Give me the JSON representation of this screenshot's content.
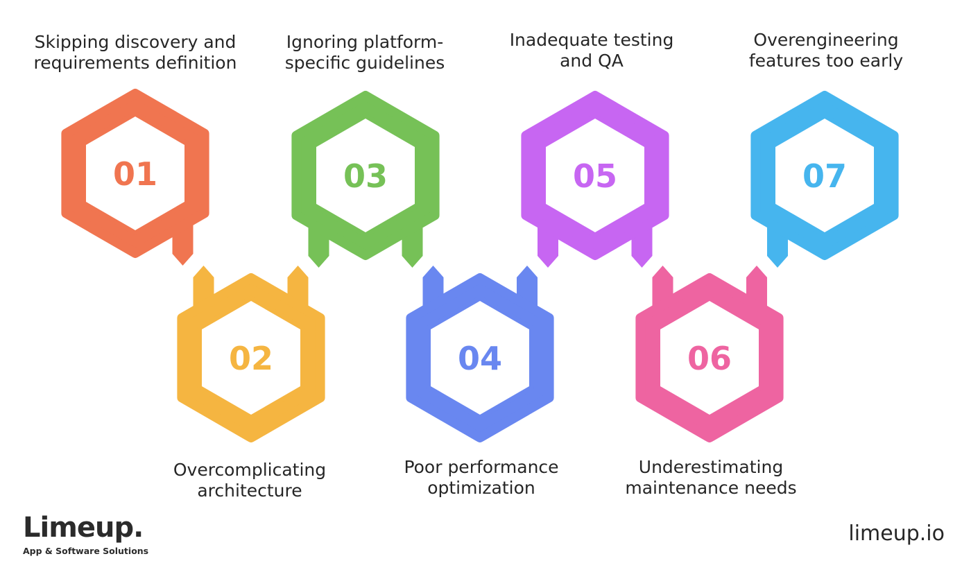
{
  "steps": [
    {
      "number": "01",
      "label": "Skipping discovery and\nrequirements definition",
      "color": "#F07550"
    },
    {
      "number": "02",
      "label": "Overcomplicating\narchitecture",
      "color": "#F5B541"
    },
    {
      "number": "03",
      "label": "Ignoring platform-\nspecific guidelines",
      "color": "#76C157"
    },
    {
      "number": "04",
      "label": "Poor performance\noptimization",
      "color": "#6987F0"
    },
    {
      "number": "05",
      "label": "Inadequate testing\nand QA",
      "color": "#C766F2"
    },
    {
      "number": "06",
      "label": "Underestimating\nmaintenance needs",
      "color": "#EE64A1"
    },
    {
      "number": "07",
      "label": "Overengineering\nfeatures too early",
      "color": "#46B5EE"
    }
  ],
  "brand": {
    "logo_name": "Limeup.",
    "logo_tagline": "App & Software Solutions",
    "website": "limeup.io"
  }
}
